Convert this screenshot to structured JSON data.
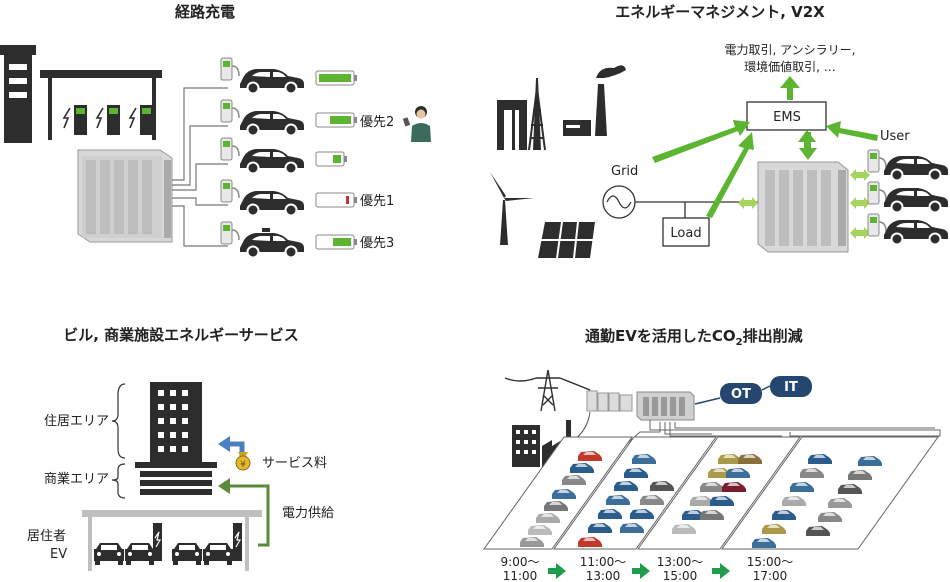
{
  "panels": {
    "route_charging": {
      "title": "経路充電",
      "priority_labels": [
        "優先2",
        "優先1",
        "優先3"
      ]
    },
    "energy_management": {
      "title": "エネルギーマネジメント, V2X",
      "services": [
        "電力取引, アンシラリー,",
        "環境価値取引, …"
      ],
      "ems_label": "EMS",
      "grid_label": "Grid",
      "load_label": "Load",
      "user_label": "User"
    },
    "building": {
      "title": "ビル, 商業施設エネルギーサービス",
      "residential_area": "住居エリア",
      "commercial_area": "商業エリア",
      "service_fee": "サービス料",
      "power_supply": "電力供給",
      "resident_ev": [
        "居住者",
        "EV"
      ]
    },
    "commuter": {
      "title": "通勤EVを活用したCO",
      "title_sub": "2",
      "title_tail": "排出削減",
      "ot_label": "OT",
      "it_label": "IT",
      "time_slots": [
        {
          "start": "9:00～",
          "end": "11:00"
        },
        {
          "start": "11:00～",
          "end": "13:00"
        },
        {
          "start": "13:00～",
          "end": "15:00"
        },
        {
          "start": "15:00～",
          "end": "17:00"
        }
      ]
    }
  },
  "colors": {
    "green_arrow": "#5cb531",
    "light_green_arrow": "#a4d65e",
    "blue_arrow": "#4a7fc1",
    "olive_line": "#5a8a3a",
    "dark_icon": "#2d2d2d",
    "badge_blue": "#24466f",
    "battery_green": "#5cb531",
    "battery_red": "#cc3333"
  }
}
